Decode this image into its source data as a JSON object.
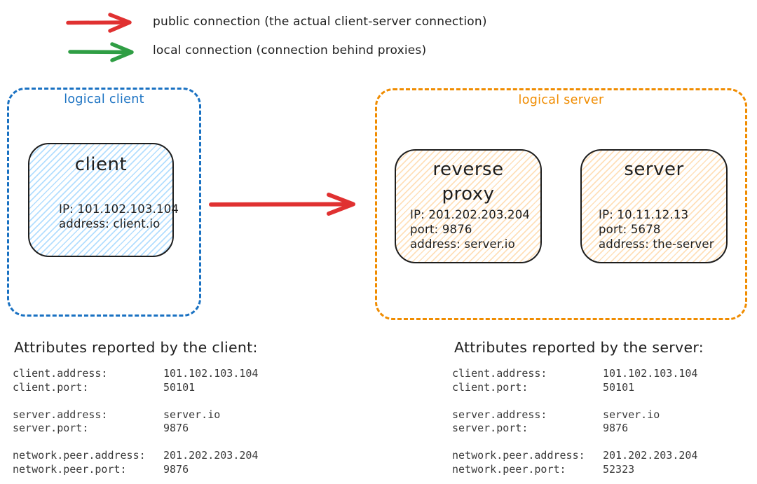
{
  "palette": {
    "red": "#e03131",
    "green": "#2f9e44",
    "blue": "#1971c2",
    "orange": "#f08c00",
    "ink": "#1e1e1e",
    "blue_fill": "#a5d8ff",
    "orange_fill": "#ffd8a8"
  },
  "legend": {
    "items": [
      {
        "id": "public",
        "color": "#e03131",
        "label": "public connection (the actual client-server connection)"
      },
      {
        "id": "local",
        "color": "#2f9e44",
        "label": "local connection (connection behind proxies)"
      }
    ]
  },
  "groups": {
    "client": {
      "label": "logical client",
      "color": "#1971c2",
      "nodes": [
        {
          "title": "client",
          "fill": "#a5d8ff",
          "lines": [
            "IP: 101.102.103.104",
            "address: client.io"
          ]
        }
      ]
    },
    "server": {
      "label": "logical server",
      "color": "#f08c00",
      "nodes": [
        {
          "title": "reverse proxy",
          "fill": "#ffd8a8",
          "lines": [
            "IP: 201.202.203.204",
            "port: 9876",
            "address: server.io"
          ]
        },
        {
          "title": "server",
          "fill": "#ffd8a8",
          "lines": [
            "IP: 10.11.12.13",
            "port: 5678",
            "address: the-server"
          ]
        }
      ]
    }
  },
  "connection": {
    "type": "public",
    "color": "#e03131",
    "from": "client",
    "to": "logical server"
  },
  "attributes": {
    "client": {
      "heading": "Attributes reported by the client:",
      "groups": [
        [
          {
            "key": "client.address:",
            "value": "101.102.103.104"
          },
          {
            "key": "client.port:",
            "value": "50101"
          }
        ],
        [
          {
            "key": "server.address:",
            "value": "server.io"
          },
          {
            "key": "server.port:",
            "value": "9876"
          }
        ],
        [
          {
            "key": "network.peer.address:",
            "value": "201.202.203.204"
          },
          {
            "key": "network.peer.port:",
            "value": "9876"
          }
        ]
      ]
    },
    "server": {
      "heading": "Attributes reported by the server:",
      "groups": [
        [
          {
            "key": "client.address:",
            "value": "101.102.103.104"
          },
          {
            "key": "client.port:",
            "value": "50101"
          }
        ],
        [
          {
            "key": "server.address:",
            "value": "server.io"
          },
          {
            "key": "server.port:",
            "value": "9876"
          }
        ],
        [
          {
            "key": "network.peer.address:",
            "value": "201.202.203.204"
          },
          {
            "key": "network.peer.port:",
            "value": "52323"
          }
        ]
      ]
    }
  }
}
